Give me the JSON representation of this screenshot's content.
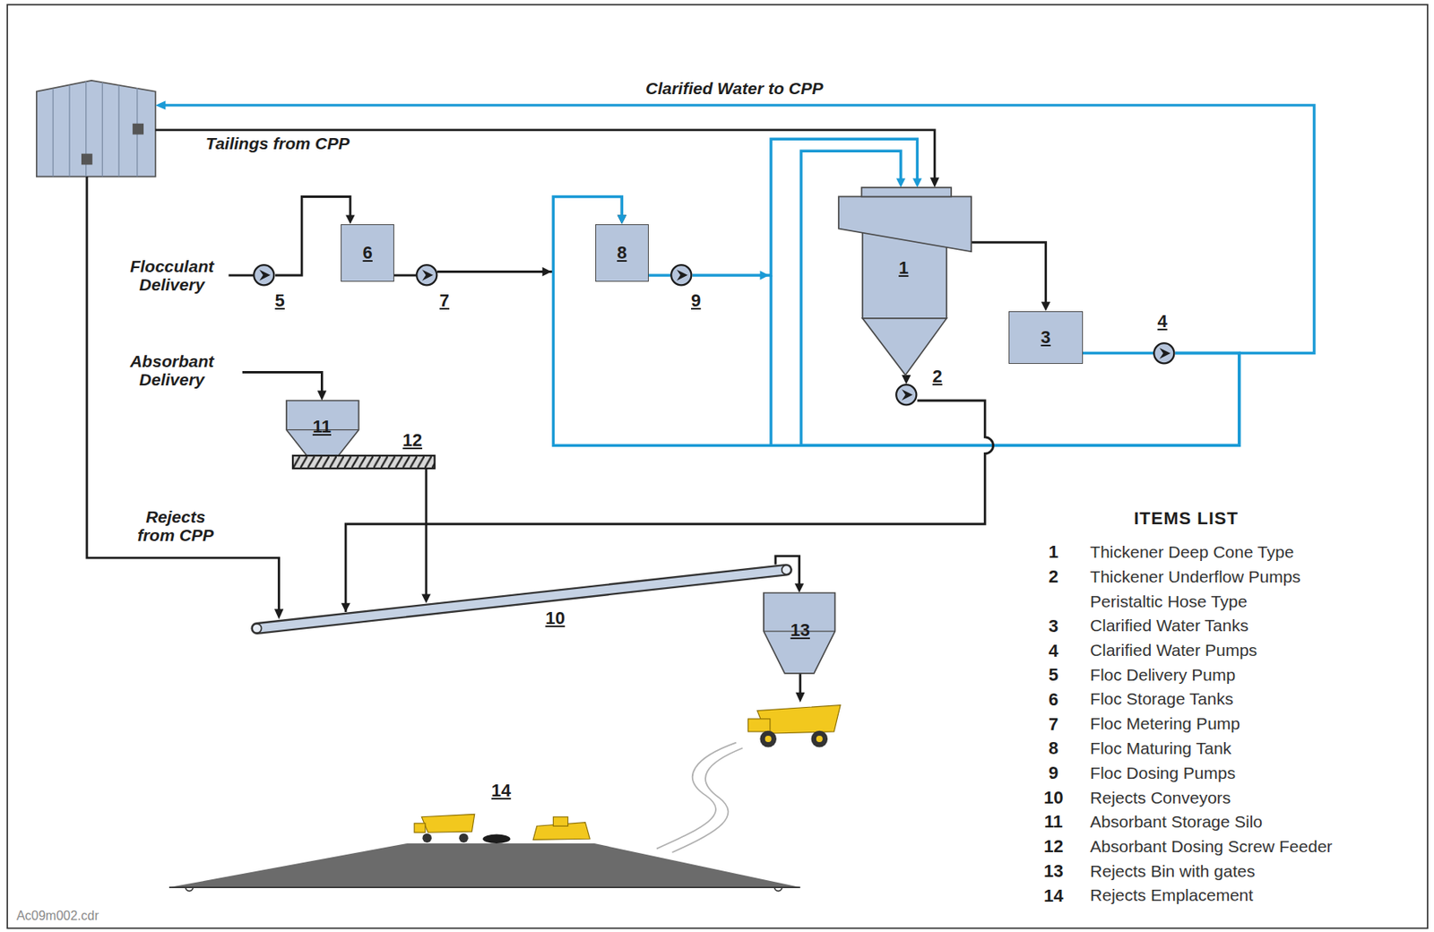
{
  "diagram": {
    "nodes": [
      {
        "text": [
          "6"
        ]
      },
      {
        "text": [
          "8"
        ]
      },
      {
        "text": [
          "1"
        ]
      },
      {
        "text": [
          "5"
        ]
      },
      {
        "text": [
          "7"
        ]
      },
      {
        "text": [
          "9"
        ]
      },
      {
        "text": [
          "3"
        ]
      },
      {
        "text": [
          "4"
        ]
      },
      {
        "text": [
          "11"
        ]
      },
      {
        "text": [
          "12"
        ]
      },
      {
        "text": [
          "2"
        ]
      },
      {
        "text": [
          "10"
        ]
      },
      {
        "text": [
          "13"
        ]
      },
      {
        "text": [
          "14"
        ]
      }
    ],
    "edges": [
      {
        "from": 3,
        "to": 0,
        "arrow": "to"
      },
      {
        "from": 0,
        "to": 4,
        "arrow": "none"
      },
      {
        "from": 4,
        "to": 1,
        "arrow": "to"
      },
      {
        "from": 1,
        "to": 5,
        "arrow": "none"
      },
      {
        "from": 5,
        "to": 2,
        "arrow": "to"
      },
      {
        "from": 2,
        "to": 6,
        "arrow": "to"
      },
      {
        "from": 6,
        "to": 7,
        "arrow": "none"
      },
      {
        "from": 7,
        "to": 2,
        "arrow": "to"
      },
      {
        "from": 7,
        "to": 1,
        "arrow": "to"
      },
      {
        "from": 2,
        "to": 10,
        "arrow": "to"
      },
      {
        "from": 10,
        "to": 11,
        "arrow": "to"
      },
      {
        "from": 9,
        "to": 11,
        "arrow": "to"
      },
      {
        "from": 11,
        "to": 12,
        "arrow": "to"
      }
    ],
    "labels": [
      "Clarified Water to CPP",
      "Tailings from CPP",
      "Flocculant Delivery",
      "Absorbant Delivery",
      "Rejects from CPP",
      "ITEMS LIST",
      "1",
      "Thickener Deep Cone Type",
      "2",
      "Thickener Underflow Pumps Peristaltic Hose Type",
      "3",
      "Clarified Water Tanks",
      "4",
      "Clarified Water Pumps",
      "5",
      "Floc Delivery Pump",
      "6",
      "Floc Storage Tanks",
      "7",
      "Floc Metering Pump",
      "8",
      "Floc Maturing Tank",
      "9",
      "Floc Dosing Pumps",
      "10",
      "Rejects Conveyors",
      "11",
      "Absorbant Storage Silo",
      "12",
      "Absorbant Dosing Screw Feeder",
      "13",
      "Rejects Bin with gates",
      "14",
      "Rejects Emplacement",
      "Ac09m002.cdr"
    ]
  }
}
